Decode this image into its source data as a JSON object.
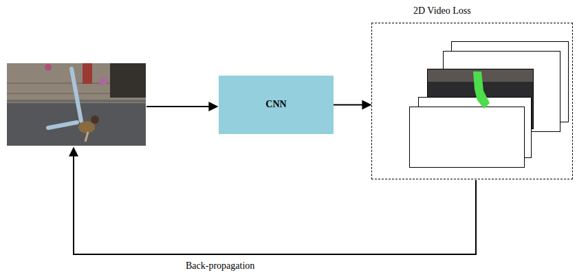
{
  "diagram": {
    "nodes": [
      {
        "text": [
          "CNN"
        ]
      },
      {
        "text": [
          "2D Video Loss"
        ]
      }
    ],
    "edges": [
      {
        "from": 0,
        "to": 1,
        "arrow": "to"
      }
    ],
    "labels": [
      "Back-propagation"
    ]
  }
}
